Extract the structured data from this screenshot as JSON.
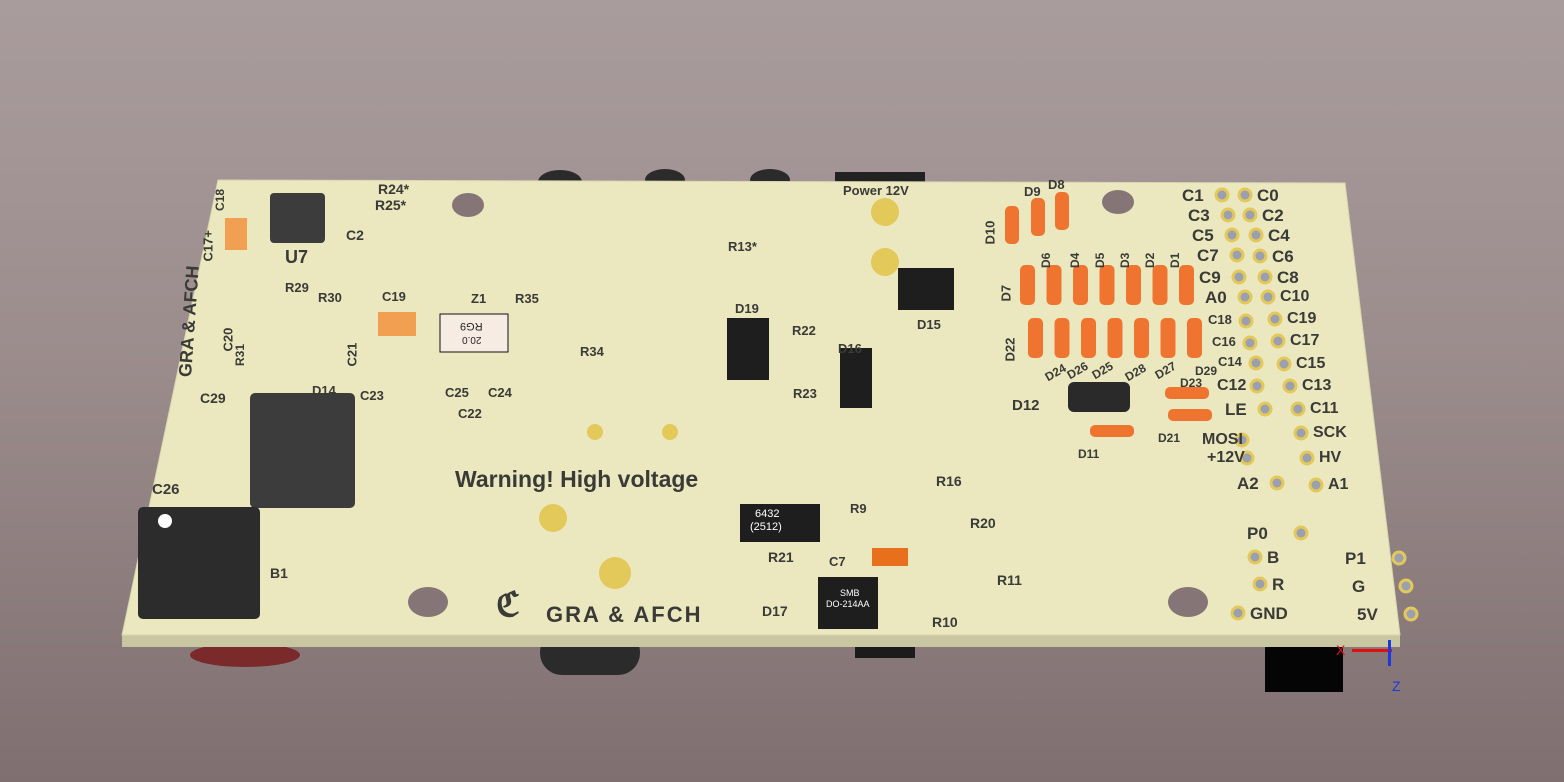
{
  "board": {
    "warning": "Warning! High voltage",
    "logo_text": "GRA & AFCH",
    "side_text": "GRA & AFCH",
    "power_label": "Power 12V",
    "r21_marking": "6432",
    "r21_package": "(2512)",
    "d17_marking": "SMB",
    "d17_package": "DO-214AA",
    "z1_marking": "RG9",
    "z1_value": "20.0"
  },
  "connector_labels": [
    "C1",
    "C0",
    "C3",
    "C2",
    "C5",
    "C4",
    "C7",
    "C6",
    "C9",
    "C8",
    "A0",
    "C10",
    "C18",
    "C19",
    "C16",
    "C17",
    "C14",
    "C15",
    "C12",
    "C13",
    "LE",
    "C11",
    "MOSI",
    "SCK",
    "+12V",
    "HV",
    "A2",
    "A1",
    "P0",
    "B",
    "P1",
    "R",
    "G",
    "GND",
    "5V"
  ],
  "designators": [
    "D10",
    "D9",
    "D8",
    "D7",
    "D6",
    "D4",
    "D5",
    "D3",
    "D2",
    "D1",
    "D22",
    "D24",
    "D26",
    "D25",
    "D28",
    "D27",
    "D23",
    "D29",
    "D12",
    "D11",
    "D21",
    "C18",
    "C17+",
    "R24*",
    "R25*",
    "C2",
    "U7",
    "R29",
    "R30",
    "C19",
    "Z1",
    "R35",
    "C20",
    "R31",
    "C21",
    "R34",
    "D14",
    "C23",
    "C25",
    "C24",
    "C22",
    "C29",
    "C26",
    "B1",
    "R13*",
    "D19",
    "R22",
    "R23",
    "D16",
    "D15",
    "R16",
    "R9",
    "R20",
    "R21",
    "C7",
    "R11",
    "D17",
    "R10"
  ],
  "axes": {
    "x": "X",
    "z": "Z"
  },
  "colors": {
    "board": "#ebe8c0",
    "pad": "#e3c85a",
    "diode": "#ef7430",
    "ic": "#3c3c3c",
    "background": "#9c8d8d"
  }
}
